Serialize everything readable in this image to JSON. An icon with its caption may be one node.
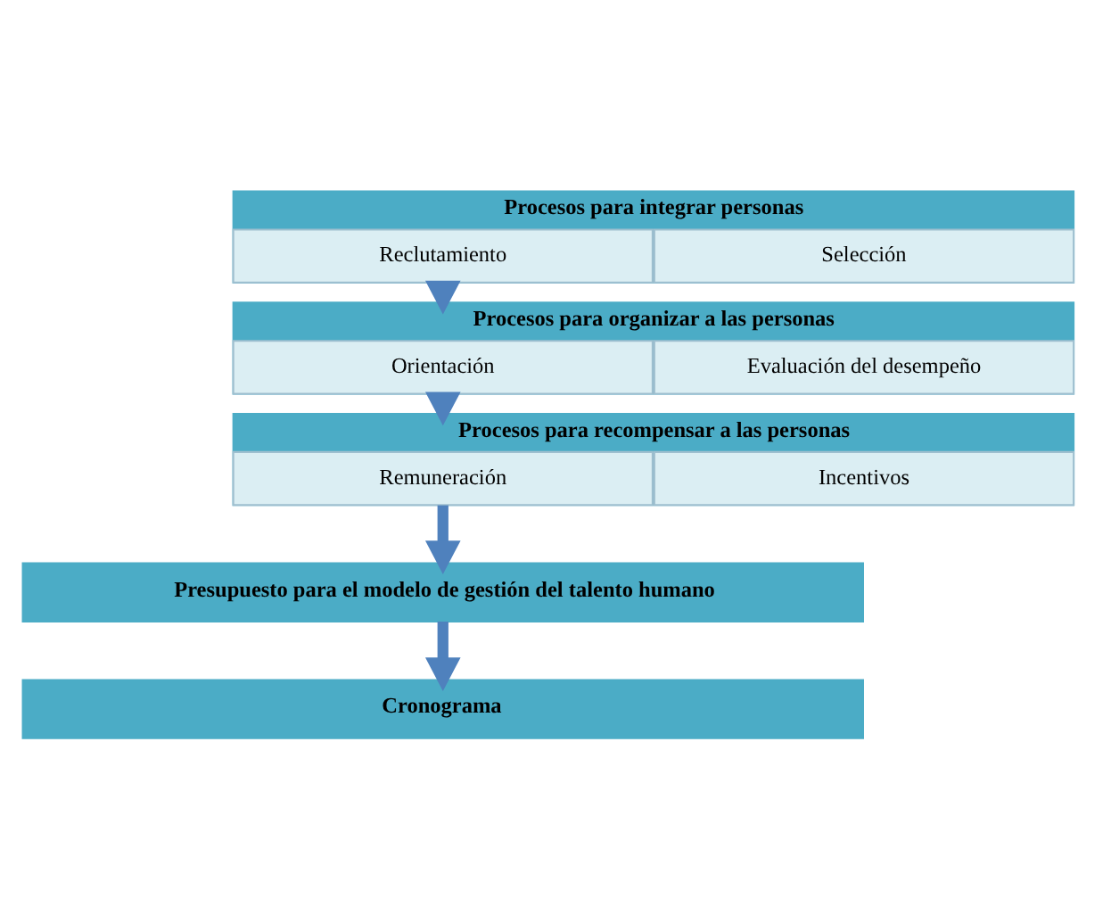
{
  "diagram": {
    "nodes": [
      {
        "text": [
          "Procesos para integrar personas"
        ]
      },
      {
        "text": [
          "Reclutamiento"
        ],
        "in": 0
      },
      {
        "text": [
          "Selección"
        ],
        "in": 0
      },
      {
        "text": [
          "Procesos para organizar a las personas"
        ]
      },
      {
        "text": [
          "Orientación"
        ],
        "in": 3
      },
      {
        "text": [
          "Evaluación del desempeño"
        ],
        "in": 3
      },
      {
        "text": [
          "Procesos para recompensar a las personas"
        ]
      },
      {
        "text": [
          "Remuneración"
        ],
        "in": 6
      },
      {
        "text": [
          "Incentivos"
        ],
        "in": 6
      },
      {
        "text": [
          "Presupuesto para el modelo de gestión del talento humano"
        ]
      },
      {
        "text": [
          "Cronograma"
        ]
      }
    ],
    "edges": [
      {
        "from": 0,
        "to": 3,
        "arrow": "to"
      },
      {
        "from": 3,
        "to": 6,
        "arrow": "to"
      },
      {
        "from": 6,
        "to": 9,
        "arrow": "to"
      },
      {
        "from": 9,
        "to": 10,
        "arrow": "to"
      }
    ]
  }
}
